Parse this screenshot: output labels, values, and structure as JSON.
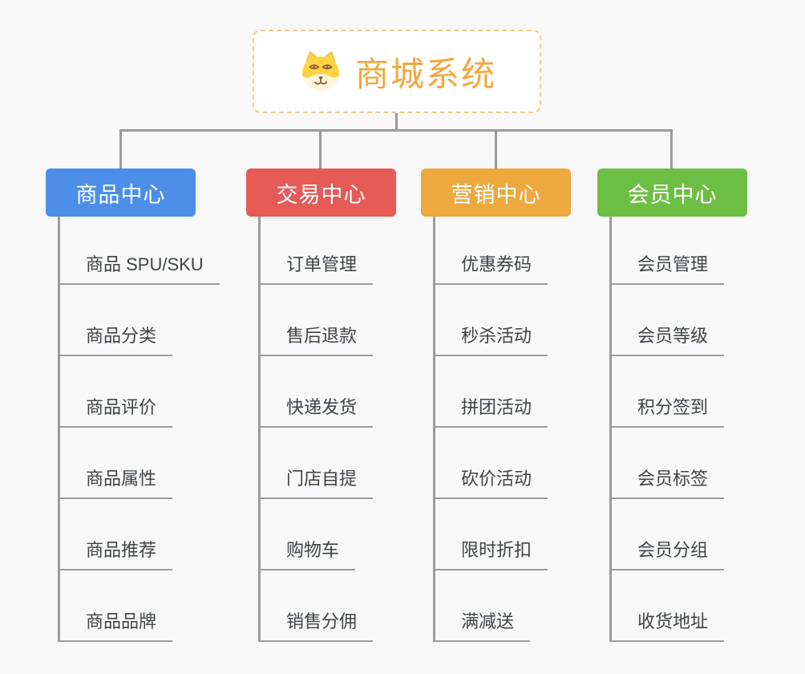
{
  "root": {
    "title": "商城系统",
    "accent": "#F1A83D",
    "border_color": "#F6CC85",
    "icon": "dog-face-icon"
  },
  "branches": [
    {
      "label": "商品中心",
      "color": "#4D8FE8",
      "items": [
        "商品 SPU/SKU",
        "商品分类",
        "商品评价",
        "商品属性",
        "商品推荐",
        "商品品牌"
      ]
    },
    {
      "label": "交易中心",
      "color": "#E45B57",
      "items": [
        "订单管理",
        "售后退款",
        "快递发货",
        "门店自提",
        "购物车",
        "销售分佣"
      ]
    },
    {
      "label": "营销中心",
      "color": "#EDA93E",
      "items": [
        "优惠券码",
        "秒杀活动",
        "拼团活动",
        "砍价活动",
        "限时折扣",
        "满减送"
      ]
    },
    {
      "label": "会员中心",
      "color": "#6DBE45",
      "items": [
        "会员管理",
        "会员等级",
        "积分签到",
        "会员标签",
        "会员分组",
        "收货地址"
      ]
    }
  ],
  "colors": {
    "background": "#F8F8F8",
    "connector": "#9B9B9B",
    "item_text": "#3F4348",
    "header_text": "#FFFFFF"
  }
}
